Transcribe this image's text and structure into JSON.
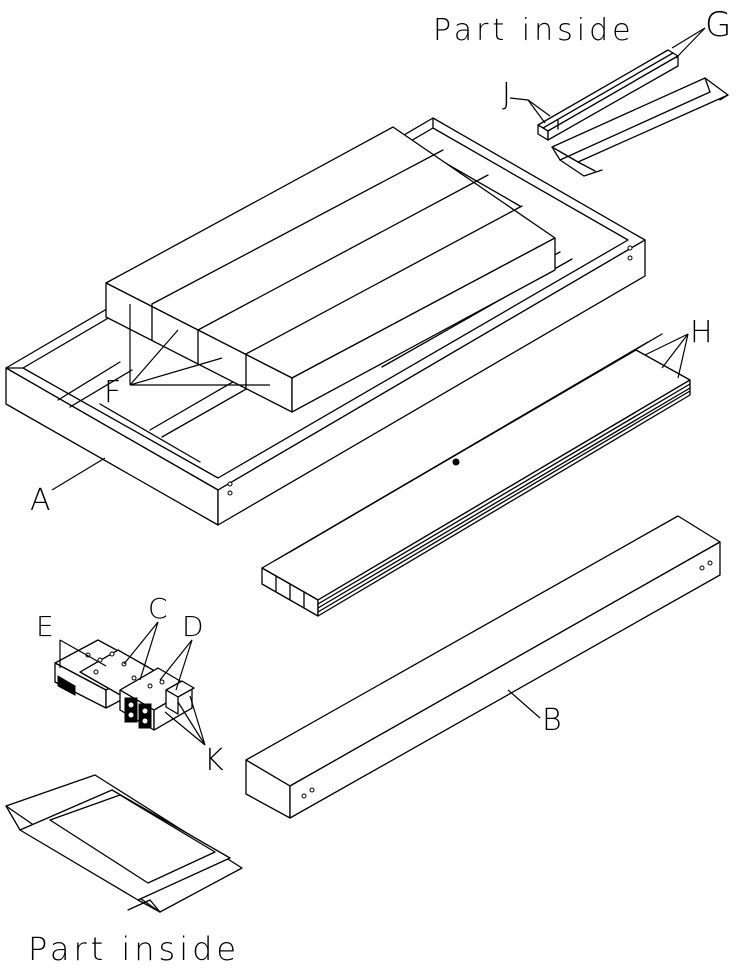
{
  "captions": {
    "top": "Part inside",
    "bottom": "Part inside"
  },
  "labels": {
    "A": "A",
    "B": "B",
    "C": "C",
    "D": "D",
    "E": "E",
    "F": "F",
    "G": "G",
    "H": "H",
    "J": "J",
    "K": "K"
  }
}
